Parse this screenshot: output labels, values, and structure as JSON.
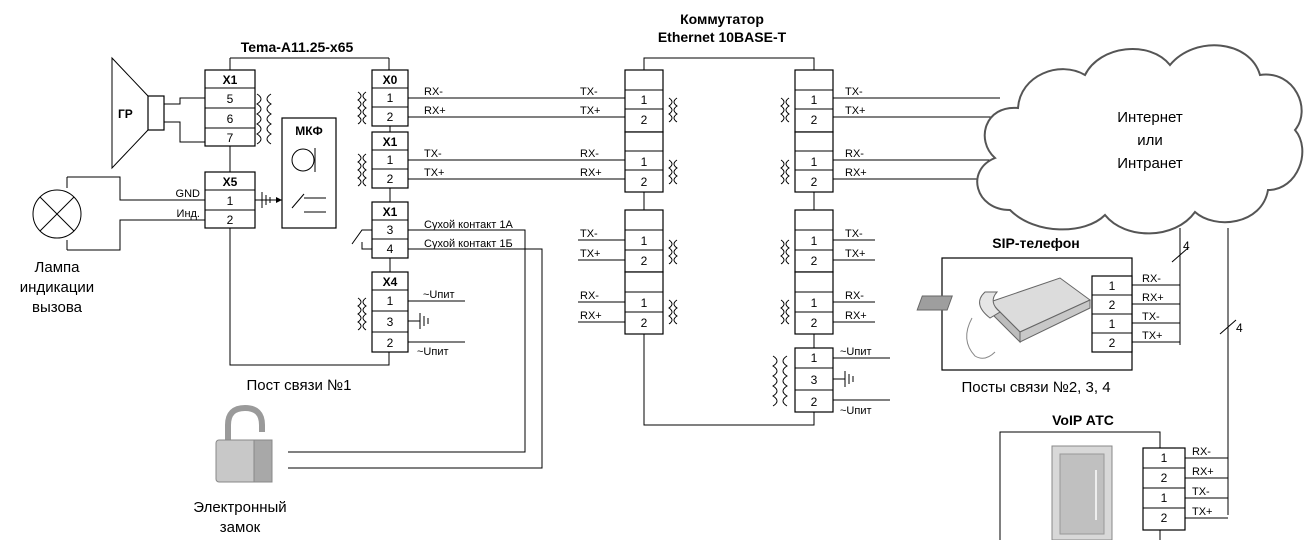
{
  "title_device": "Tema-A11.25-x65",
  "title_switch_line1": "Коммутатор",
  "title_switch_line2": "Ethernet 10BASE-T",
  "speaker_label": "ГР",
  "mic_label": "МКФ",
  "lamp_caption": [
    "Лампа",
    "индикации",
    "вызова"
  ],
  "post1_caption": "Пост связи №1",
  "lock_caption": [
    "Электронный",
    "замок"
  ],
  "cloud_text": [
    "Интернет",
    "или",
    "Интранет"
  ],
  "sip_title": "SIP-телефон",
  "sip_caption": "Посты связи №2, 3, 4",
  "voip_title": "VoIP АТС",
  "cable_count": "4",
  "connectors": {
    "x1_left": {
      "name": "X1",
      "pins": [
        "5",
        "6",
        "7"
      ]
    },
    "x5": {
      "name": "X5",
      "pins": [
        "1",
        "2"
      ]
    },
    "x0": {
      "name": "X0",
      "pins": [
        "1",
        "2"
      ]
    },
    "x1_eth": {
      "name": "X1",
      "pins": [
        "1",
        "2"
      ]
    },
    "x1_dry": {
      "name": "X1",
      "pins": [
        "3",
        "4"
      ]
    },
    "x4": {
      "name": "X4",
      "pins": [
        "1",
        "3",
        "2"
      ]
    }
  },
  "labels": {
    "gnd": "GND",
    "ind": "Инд.",
    "rxm": "RX-",
    "rxp": "RX+",
    "txm": "TX-",
    "txp": "TX+",
    "dry1": "Сухой контакт 1А",
    "dry2": "Сухой контакт 1Б",
    "upit": "~Uпит"
  }
}
